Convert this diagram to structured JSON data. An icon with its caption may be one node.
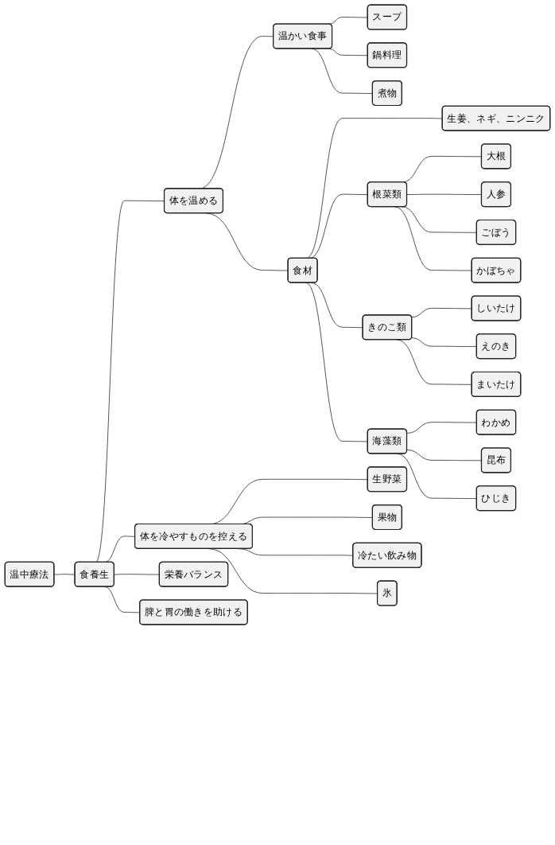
{
  "diagram": {
    "nodes": [
      {
        "text": [
          "温中療法"
        ]
      },
      {
        "text": [
          "食養生"
        ]
      },
      {
        "text": [
          "体を温める"
        ]
      },
      {
        "text": [
          "温かい食事"
        ]
      },
      {
        "text": [
          "スープ"
        ]
      },
      {
        "text": [
          "鍋料理"
        ]
      },
      {
        "text": [
          "煮物"
        ]
      },
      {
        "text": [
          "食材"
        ]
      },
      {
        "text": [
          "生姜、ネギ、ニンニク"
        ]
      },
      {
        "text": [
          "根菜類"
        ]
      },
      {
        "text": [
          "大根"
        ]
      },
      {
        "text": [
          "人参"
        ]
      },
      {
        "text": [
          "ごぼう"
        ]
      },
      {
        "text": [
          "かぼちゃ"
        ]
      },
      {
        "text": [
          "きのこ類"
        ]
      },
      {
        "text": [
          "しいたけ"
        ]
      },
      {
        "text": [
          "えのき"
        ]
      },
      {
        "text": [
          "まいたけ"
        ]
      },
      {
        "text": [
          "海藻類"
        ]
      },
      {
        "text": [
          "わかめ"
        ]
      },
      {
        "text": [
          "昆布"
        ]
      },
      {
        "text": [
          "ひじき"
        ]
      },
      {
        "text": [
          "体を冷やすものを控える"
        ]
      },
      {
        "text": [
          "生野菜"
        ]
      },
      {
        "text": [
          "果物"
        ]
      },
      {
        "text": [
          "冷たい飲み物"
        ]
      },
      {
        "text": [
          "氷"
        ]
      },
      {
        "text": [
          "栄養バランス"
        ]
      },
      {
        "text": [
          "脾と胃の働きを助ける"
        ]
      }
    ],
    "edges": [
      {
        "from": 0,
        "to": 1,
        "arrow": "none"
      },
      {
        "from": 1,
        "to": 2,
        "arrow": "none"
      },
      {
        "from": 2,
        "to": 3,
        "arrow": "none"
      },
      {
        "from": 3,
        "to": 4,
        "arrow": "none"
      },
      {
        "from": 3,
        "to": 5,
        "arrow": "none"
      },
      {
        "from": 3,
        "to": 6,
        "arrow": "none"
      },
      {
        "from": 2,
        "to": 7,
        "arrow": "none"
      },
      {
        "from": 7,
        "to": 8,
        "arrow": "none"
      },
      {
        "from": 7,
        "to": 9,
        "arrow": "none"
      },
      {
        "from": 9,
        "to": 10,
        "arrow": "none"
      },
      {
        "from": 9,
        "to": 11,
        "arrow": "none"
      },
      {
        "from": 9,
        "to": 12,
        "arrow": "none"
      },
      {
        "from": 9,
        "to": 13,
        "arrow": "none"
      },
      {
        "from": 7,
        "to": 14,
        "arrow": "none"
      },
      {
        "from": 14,
        "to": 15,
        "arrow": "none"
      },
      {
        "from": 14,
        "to": 16,
        "arrow": "none"
      },
      {
        "from": 14,
        "to": 17,
        "arrow": "none"
      },
      {
        "from": 7,
        "to": 18,
        "arrow": "none"
      },
      {
        "from": 18,
        "to": 19,
        "arrow": "none"
      },
      {
        "from": 18,
        "to": 20,
        "arrow": "none"
      },
      {
        "from": 18,
        "to": 21,
        "arrow": "none"
      },
      {
        "from": 1,
        "to": 22,
        "arrow": "none"
      },
      {
        "from": 22,
        "to": 23,
        "arrow": "none"
      },
      {
        "from": 22,
        "to": 24,
        "arrow": "none"
      },
      {
        "from": 22,
        "to": 25,
        "arrow": "none"
      },
      {
        "from": 22,
        "to": 26,
        "arrow": "none"
      },
      {
        "from": 1,
        "to": 27,
        "arrow": "none"
      },
      {
        "from": 1,
        "to": 28,
        "arrow": "none"
      }
    ]
  }
}
